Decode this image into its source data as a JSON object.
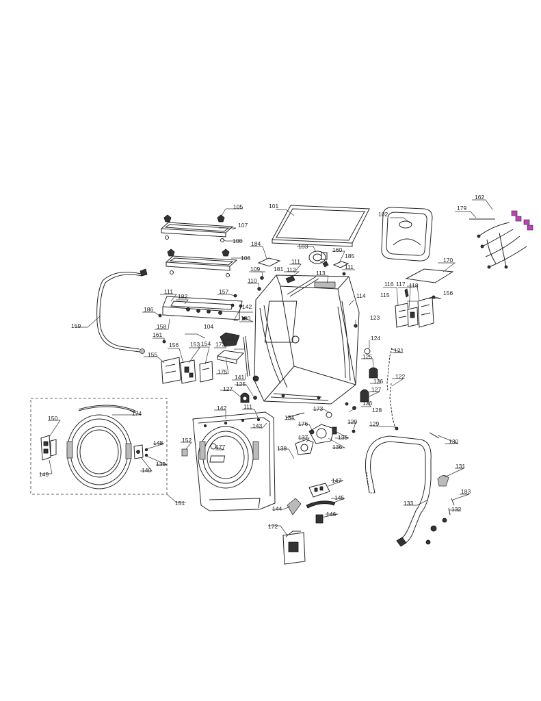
{
  "diagram": {
    "callouts": [
      "101",
      "102",
      "103",
      "104",
      "105",
      "106",
      "107",
      "108",
      "109",
      "110",
      "111",
      "112",
      "113",
      "114",
      "115",
      "116",
      "117",
      "118",
      "121",
      "122",
      "123",
      "124",
      "125",
      "126",
      "127",
      "128",
      "129",
      "130",
      "131",
      "132",
      "133",
      "134",
      "135",
      "136",
      "137",
      "138",
      "139",
      "140",
      "141",
      "142",
      "143",
      "144",
      "145",
      "146",
      "147",
      "148",
      "149",
      "150",
      "151",
      "152",
      "153",
      "154",
      "155",
      "156",
      "157",
      "158",
      "159",
      "160",
      "161",
      "162",
      "170",
      "172",
      "173",
      "174",
      "175",
      "176",
      "177",
      "179",
      "180",
      "181",
      "182",
      "183",
      "184",
      "185",
      "186"
    ],
    "highlight_color": "#c040c0",
    "line_color": "#222222",
    "background": "#ffffff"
  }
}
